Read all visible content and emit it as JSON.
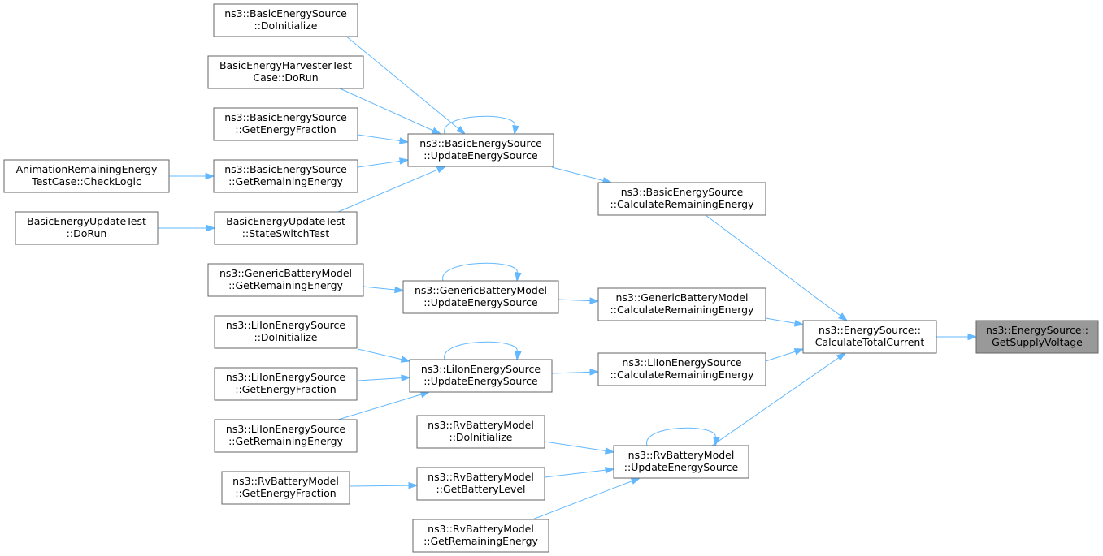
{
  "diagram": {
    "nodes": [
      {
        "id": "getsupplyvoltage",
        "lines": [
          "ns3::EnergySource::",
          "GetSupplyVoltage"
        ],
        "root": true
      },
      {
        "id": "calctotalcurrent",
        "lines": [
          "ns3::EnergySource::",
          "CalculateTotalCurrent"
        ]
      },
      {
        "id": "basic-calcrem",
        "lines": [
          "ns3::BasicEnergySource",
          "::CalculateRemainingEnergy"
        ]
      },
      {
        "id": "generic-calcrem",
        "lines": [
          "ns3::GenericBatteryModel",
          "::CalculateRemainingEnergy"
        ]
      },
      {
        "id": "liion-calcrem",
        "lines": [
          "ns3::LiIonEnergySource",
          "::CalculateRemainingEnergy"
        ]
      },
      {
        "id": "rv-update",
        "lines": [
          "ns3::RvBatteryModel",
          "::UpdateEnergySource"
        ]
      },
      {
        "id": "basic-update",
        "lines": [
          "ns3::BasicEnergySource",
          "::UpdateEnergySource"
        ]
      },
      {
        "id": "generic-update",
        "lines": [
          "ns3::GenericBatteryModel",
          "::UpdateEnergySource"
        ]
      },
      {
        "id": "liion-update",
        "lines": [
          "ns3::LiIonEnergySource",
          "::UpdateEnergySource"
        ]
      },
      {
        "id": "basic-doinit",
        "lines": [
          "ns3::BasicEnergySource",
          "::DoInitialize"
        ]
      },
      {
        "id": "harvester-dorun",
        "lines": [
          "BasicEnergyHarvesterTest",
          "Case::DoRun"
        ]
      },
      {
        "id": "basic-getfrac",
        "lines": [
          "ns3::BasicEnergySource",
          "::GetEnergyFraction"
        ]
      },
      {
        "id": "basic-getrem",
        "lines": [
          "ns3::BasicEnergySource",
          "::GetRemainingEnergy"
        ]
      },
      {
        "id": "anim-checklogic",
        "lines": [
          "AnimationRemainingEnergy",
          "TestCase::CheckLogic"
        ]
      },
      {
        "id": "update-stateswitch",
        "lines": [
          "BasicEnergyUpdateTest",
          "::StateSwitchTest"
        ]
      },
      {
        "id": "update-dorun",
        "lines": [
          "BasicEnergyUpdateTest",
          "::DoRun"
        ]
      },
      {
        "id": "generic-getrem",
        "lines": [
          "ns3::GenericBatteryModel",
          "::GetRemainingEnergy"
        ]
      },
      {
        "id": "liion-doinit",
        "lines": [
          "ns3::LiIonEnergySource",
          "::DoInitialize"
        ]
      },
      {
        "id": "liion-getfrac",
        "lines": [
          "ns3::LiIonEnergySource",
          "::GetEnergyFraction"
        ]
      },
      {
        "id": "liion-getrem",
        "lines": [
          "ns3::LiIonEnergySource",
          "::GetRemainingEnergy"
        ]
      },
      {
        "id": "rv-doinit",
        "lines": [
          "ns3::RvBatteryModel",
          "::DoInitialize"
        ]
      },
      {
        "id": "rv-getlevel",
        "lines": [
          "ns3::RvBatteryModel",
          "::GetBatteryLevel"
        ]
      },
      {
        "id": "rv-getfrac",
        "lines": [
          "ns3::RvBatteryModel",
          "::GetEnergyFraction"
        ]
      },
      {
        "id": "rv-getrem",
        "lines": [
          "ns3::RvBatteryModel",
          "::GetRemainingEnergy"
        ]
      }
    ],
    "edges": [
      {
        "from": "calctotalcurrent",
        "to": "getsupplyvoltage"
      },
      {
        "from": "basic-calcrem",
        "to": "calctotalcurrent"
      },
      {
        "from": "generic-calcrem",
        "to": "calctotalcurrent"
      },
      {
        "from": "liion-calcrem",
        "to": "calctotalcurrent"
      },
      {
        "from": "rv-update",
        "to": "calctotalcurrent"
      },
      {
        "from": "basic-update",
        "to": "basic-calcrem"
      },
      {
        "from": "generic-update",
        "to": "generic-calcrem"
      },
      {
        "from": "liion-update",
        "to": "liion-calcrem"
      },
      {
        "from": "basic-update",
        "to": "basic-update"
      },
      {
        "from": "generic-update",
        "to": "generic-update"
      },
      {
        "from": "liion-update",
        "to": "liion-update"
      },
      {
        "from": "rv-update",
        "to": "rv-update"
      },
      {
        "from": "basic-doinit",
        "to": "basic-update"
      },
      {
        "from": "harvester-dorun",
        "to": "basic-update"
      },
      {
        "from": "basic-getfrac",
        "to": "basic-update"
      },
      {
        "from": "basic-getrem",
        "to": "basic-update"
      },
      {
        "from": "update-stateswitch",
        "to": "basic-update"
      },
      {
        "from": "anim-checklogic",
        "to": "basic-getrem"
      },
      {
        "from": "update-dorun",
        "to": "update-stateswitch"
      },
      {
        "from": "generic-getrem",
        "to": "generic-update"
      },
      {
        "from": "liion-doinit",
        "to": "liion-update"
      },
      {
        "from": "liion-getfrac",
        "to": "liion-update"
      },
      {
        "from": "liion-getrem",
        "to": "liion-update"
      },
      {
        "from": "rv-doinit",
        "to": "rv-update"
      },
      {
        "from": "rv-getlevel",
        "to": "rv-update"
      },
      {
        "from": "rv-getrem",
        "to": "rv-update"
      },
      {
        "from": "rv-getfrac",
        "to": "rv-getlevel"
      }
    ]
  },
  "colors": {
    "edge": "#63b8ff",
    "node_border": "#666666",
    "root_fill": "#999999",
    "node_fill": "#ffffff"
  }
}
